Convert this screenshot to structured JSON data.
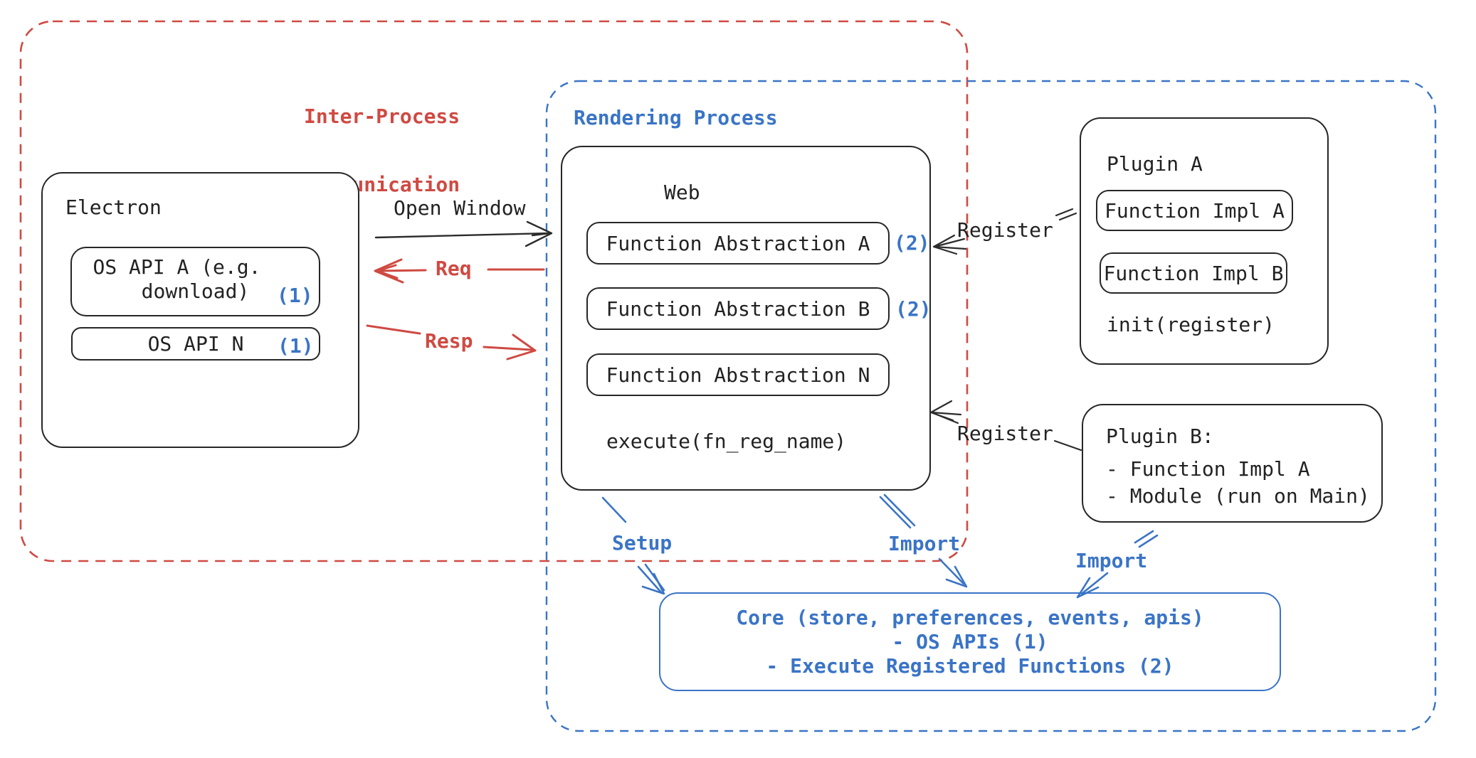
{
  "colors": {
    "ink": "#222222",
    "red": "#cf4a42",
    "blue": "#3a74c6"
  },
  "ipc": {
    "title_line1": "Inter-Process",
    "title_line2": "Communication"
  },
  "rendering": {
    "title": "Rendering Process"
  },
  "electron": {
    "title": "Electron",
    "api_a_line1": "OS API A (e.g.",
    "api_a_line2": "download)",
    "api_a_badge": "(1)",
    "api_n_label": "OS API N",
    "api_n_badge": "(1)"
  },
  "web": {
    "title": "Web",
    "fn_a": "Function Abstraction A",
    "fn_a_badge": "(2)",
    "fn_b": "Function Abstraction B",
    "fn_b_badge": "(2)",
    "fn_n": "Function Abstraction N",
    "execute_label": "execute(fn_reg_name)"
  },
  "plugin_a": {
    "title": "Plugin A",
    "impl_a": "Function Impl A",
    "impl_b": "Function Impl B",
    "init_label": "init(register)"
  },
  "plugin_b": {
    "title": "Plugin B:",
    "item1": "- Function Impl A",
    "item2": "- Module (run on Main)"
  },
  "core": {
    "line1": "Core (store, preferences, events, apis)",
    "line2": "- OS APIs (1)",
    "line3": "- Execute Registered Functions (2)"
  },
  "arrows": {
    "open_window": "Open Window",
    "req": "Req",
    "resp": "Resp",
    "register_a": "Register",
    "register_b": "Register",
    "setup": "Setup",
    "import_web": "Import",
    "import_plugin": "Import"
  }
}
